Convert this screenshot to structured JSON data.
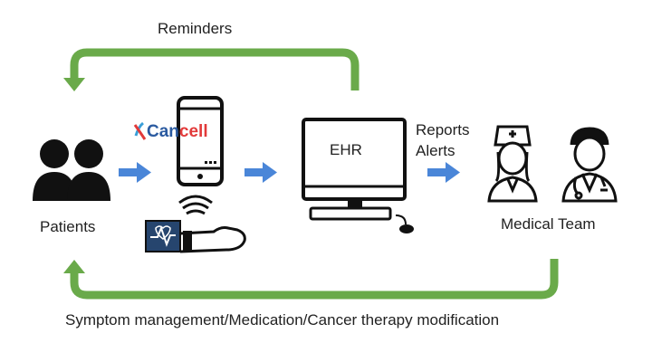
{
  "labels": {
    "reminders": "Reminders",
    "patients": "Patients",
    "ehr": "EHR",
    "reports": "Reports",
    "alerts": "Alerts",
    "medical_team": "Medical Team",
    "feedback": "Symptom management/Medication/Cancer therapy modification"
  },
  "app_logo": {
    "prefix": "Can",
    "suffix": "cell"
  },
  "icons": [
    "patients-icon",
    "smartphone-icon",
    "wearable-device-icon",
    "computer-icon",
    "nurse-icon",
    "doctor-icon"
  ],
  "colors": {
    "loop_arrow": "#6aaa4a",
    "flow_arrow": "#4a86d8",
    "logo_can": "#2a5aa0",
    "logo_cell": "#e23a3a"
  }
}
